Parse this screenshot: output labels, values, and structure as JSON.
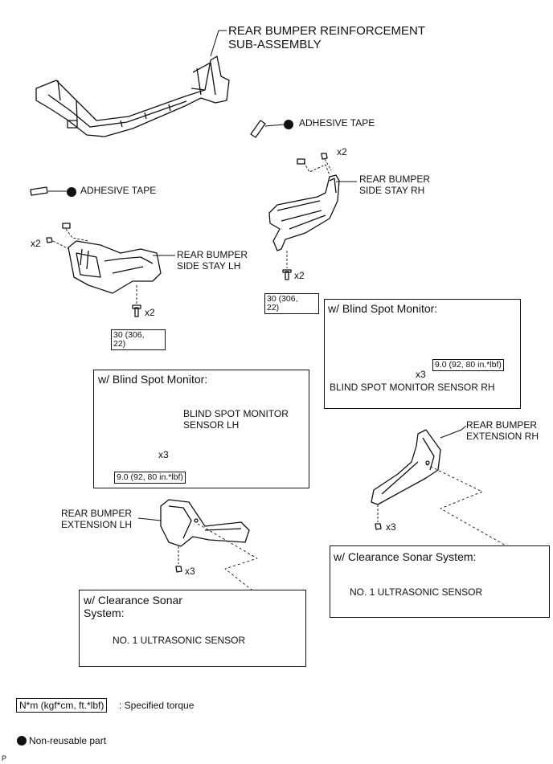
{
  "labels": {
    "reinforcement_line1": "REAR BUMPER REINFORCEMENT",
    "reinforcement_line2": "SUB-ASSEMBLY",
    "adhesive_tape_right": "ADHESIVE TAPE",
    "adhesive_tape_left": "ADHESIVE TAPE",
    "side_stay_rh_line1": "REAR BUMPER",
    "side_stay_rh_line2": "SIDE STAY RH",
    "side_stay_lh_line1": "REAR BUMPER",
    "side_stay_lh_line2": "SIDE STAY LH",
    "extension_rh_line1": "REAR BUMPER",
    "extension_rh_line2": "EXTENSION RH",
    "extension_lh_line1": "REAR BUMPER",
    "extension_lh_line2": "EXTENSION LH",
    "bsm_sensor_rh": "BLIND SPOT MONITOR SENSOR RH",
    "bsm_sensor_lh_line1": "BLIND SPOT MONITOR",
    "bsm_sensor_lh_line2": "SENSOR LH",
    "ultrasonic_right": "NO. 1 ULTRASONIC SENSOR",
    "ultrasonic_left": "NO. 1 ULTRASONIC SENSOR"
  },
  "quantities": {
    "rh_stay_nut": "x2",
    "lh_stay_nut": "x2",
    "rh_stay_bolt": "x2",
    "lh_stay_bolt": "x2",
    "bsm_rh_nut": "x3",
    "bsm_lh_nut": "x3",
    "ext_rh_clip": "x3",
    "ext_lh_clip": "x3"
  },
  "torques": {
    "rh_stay_line1": "30 (306,",
    "rh_stay_line2": "22)",
    "lh_stay_line1": "30 (306,",
    "lh_stay_line2": "22)",
    "bsm_rh": "9.0 (92, 80 in.*lbf)",
    "bsm_lh": "9.0 (92, 80 in.*lbf)"
  },
  "sections": {
    "bsm_rh_title": "w/ Blind Spot Monitor:",
    "bsm_lh_title": "w/ Blind Spot Monitor:",
    "sonar_right_title": "w/ Clearance Sonar System:",
    "sonar_left_title_line1": "w/ Clearance Sonar",
    "sonar_left_title_line2": "System:"
  },
  "legend": {
    "torque_units": "N*m (kgf*cm, ft.*lbf)",
    "torque_desc": ": Specified torque",
    "nonreusable_desc": "Non-reusable part"
  },
  "corner_mark": "P"
}
